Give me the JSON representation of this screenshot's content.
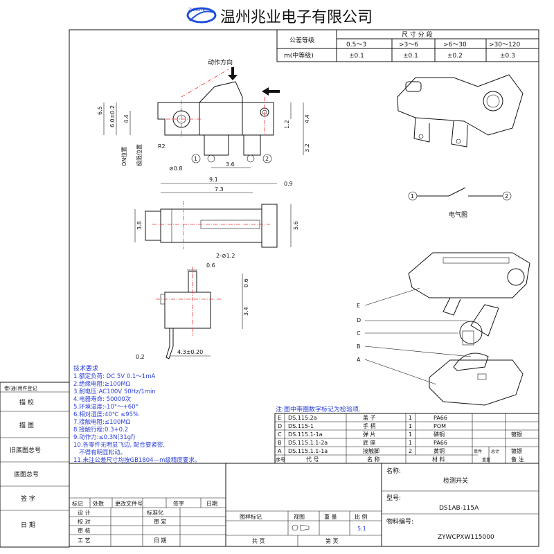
{
  "header": {
    "company": "温州兆业电子有限公司",
    "logo_text": "ZHAOYE"
  },
  "tolerance": {
    "grade_label": "公差等级",
    "size_header": "尺 寸 分 段",
    "ranges": [
      "0.5～3",
      ">3～6",
      ">6～30",
      ">30～120"
    ],
    "m_label": "m(中等级)",
    "values": [
      "±0.1",
      "±0.1",
      "±0.2",
      "±0.3"
    ]
  },
  "front_view": {
    "direction_label": "动作方向",
    "on_label": "ON位置",
    "limit_label": "极限位置",
    "dims": {
      "d65": "6.5",
      "d60": "6.0±0.2",
      "d44a": "4.4",
      "d12": "1.2",
      "d44b": "4.4",
      "d32": "3.2",
      "d08": "⊘0.8",
      "d36": "3.6",
      "r2": "R2"
    },
    "pin1": "1",
    "pin2": "2"
  },
  "top_view": {
    "dims": {
      "d91": "9.1",
      "d09": "0.9",
      "d73": "7.3",
      "d38": "3.8",
      "d56": "5.6",
      "d2": "2-⊘1.2"
    }
  },
  "side_view": {
    "dims": {
      "d06a": "0.6",
      "d06b": "0.6",
      "d34": "3.4",
      "d02": "0.2",
      "d43": "4.3±0.20"
    }
  },
  "electrical": {
    "pin1": "1",
    "pin2": "2",
    "caption": "电气图"
  },
  "explode": {
    "labels": [
      "E",
      "D",
      "C",
      "B",
      "A"
    ]
  },
  "tech": {
    "title": "技术要求",
    "items": [
      "1.额定负荷: DC 5V  0.1～1mA",
      "2.绝缘电阻:≥100MΩ",
      "3.耐电压:AC100V 50Hz/1min",
      "4.电器寿命: 50000次",
      "5.环境温度:-10°～+60°",
      "6.相对湿度:40℃  ≤95%",
      "7.接触电阻:≤100MΩ",
      "8.接触行程:0.3+0.2",
      "9.动作力:≤0.3N(31gf)",
      "10.各零件无明显飞边, 配合要紧密,",
      "   不得有明显松动。",
      "11.未注公差尺寸均按GB1804—m级精度要求。"
    ]
  },
  "note": "注:图中带圈数字标记为检验项.",
  "bom": {
    "rows": [
      {
        "seq": "E",
        "code": "DS.115.2a",
        "name": "盖 子",
        "qty": "1",
        "material": "PA66",
        "remark": ""
      },
      {
        "seq": "D",
        "code": "DS.115-1",
        "name": "手 柄",
        "qty": "1",
        "material": "POM",
        "remark": ""
      },
      {
        "seq": "C",
        "code": "DS.115.1-1a",
        "name": "弹 片",
        "qty": "1",
        "material": "磷铜",
        "remark": "镀银"
      },
      {
        "seq": "B",
        "code": "DS.115.1.1-2a",
        "name": "底 座",
        "qty": "1",
        "material": "PA66",
        "remark": ""
      },
      {
        "seq": "A",
        "code": "DS.115.1.1-1a",
        "name": "接触脚",
        "qty": "2",
        "material": "黄铜",
        "remark": "镀银"
      }
    ],
    "headers": {
      "seq": "序号",
      "code": "代 号",
      "name": "名 称",
      "material": "材 料",
      "single": "单件",
      "total": "总计",
      "weight": "重量",
      "remark": "备 注"
    }
  },
  "left_margin": {
    "rows": [
      "借(通)用件登记",
      "描 校",
      "描 图",
      "旧底图总号",
      "底图总号",
      "签 字",
      "日 期"
    ]
  },
  "title_block": {
    "rev_headers": [
      "标记",
      "处数",
      "更改文件号",
      "签字",
      "日期"
    ],
    "roles": [
      "设 计",
      "校 对",
      "审 核",
      "工 艺"
    ],
    "roles2": [
      "标准化",
      "审 定",
      "",
      "日 期"
    ],
    "sheet_labels": [
      "图样标记",
      "视图",
      "重 量",
      "比 例"
    ],
    "scale": "5:1",
    "total_pages": "共 页",
    "page": "第 页",
    "name_label": "名称:",
    "name_value": "检测开关",
    "model_label": "型号:",
    "model_value": "DS1AB-115A",
    "material_label": "物料编号:",
    "material_value": "ZYWCPXW115000"
  }
}
